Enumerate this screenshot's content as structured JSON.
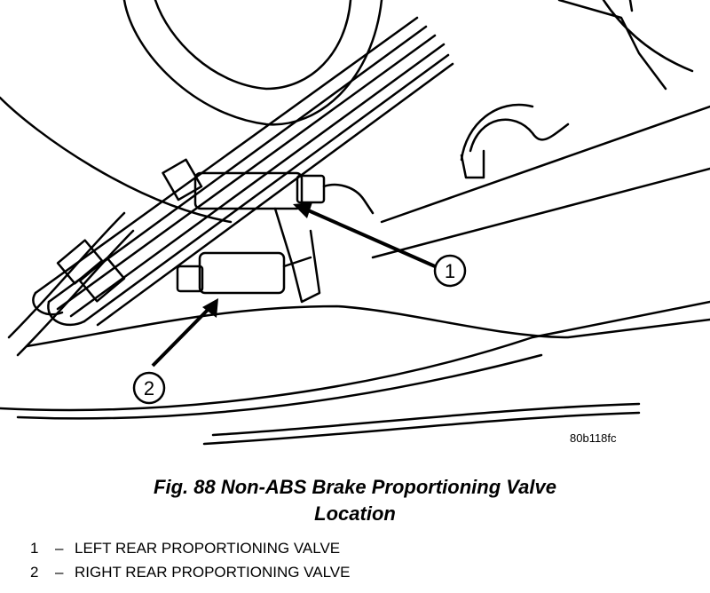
{
  "diagram": {
    "callouts": [
      {
        "number": "1",
        "label": "LEFT REAR PROPORTIONING VALVE"
      },
      {
        "number": "2",
        "label": "RIGHT REAR PROPORTIONING VALVE"
      }
    ],
    "reference_code": "80b118fc"
  },
  "caption": {
    "line1": "Fig. 88 Non-ABS Brake Proportioning Valve",
    "line2": "Location"
  },
  "legend_dash": "–"
}
